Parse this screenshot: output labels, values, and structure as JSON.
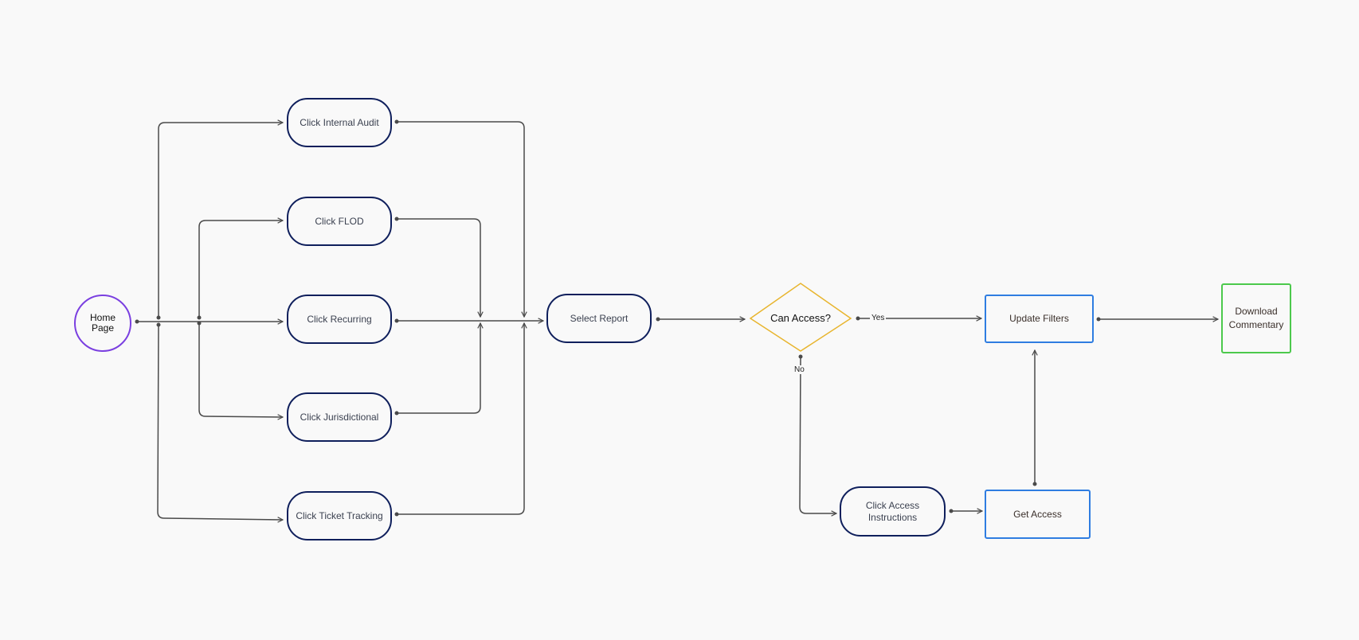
{
  "nodes": {
    "home_page": "Home\nPage",
    "click_internal_audit": "Click Internal Audit",
    "click_flod": "Click FLOD",
    "click_recurring": "Click Recurring",
    "click_jurisdictional": "Click Jurisdictional",
    "click_ticket_tracking": "Click Ticket Tracking",
    "select_report": "Select Report",
    "can_access": "Can Access?",
    "update_filters": "Update Filters",
    "download_commentary": "Download\nCommentary",
    "click_access_instructions": "Click Access\nInstructions",
    "get_access": "Get Access"
  },
  "edge_labels": {
    "yes": "Yes",
    "no": "No"
  },
  "colors": {
    "background": "#f9f9f9",
    "connector": "#4a4a4a",
    "pill_border": "#0f1f5c",
    "start_border": "#7a3fe0",
    "decision_border": "#e8b52e",
    "process_border": "#2f7de1",
    "end_border": "#4cc94c"
  }
}
